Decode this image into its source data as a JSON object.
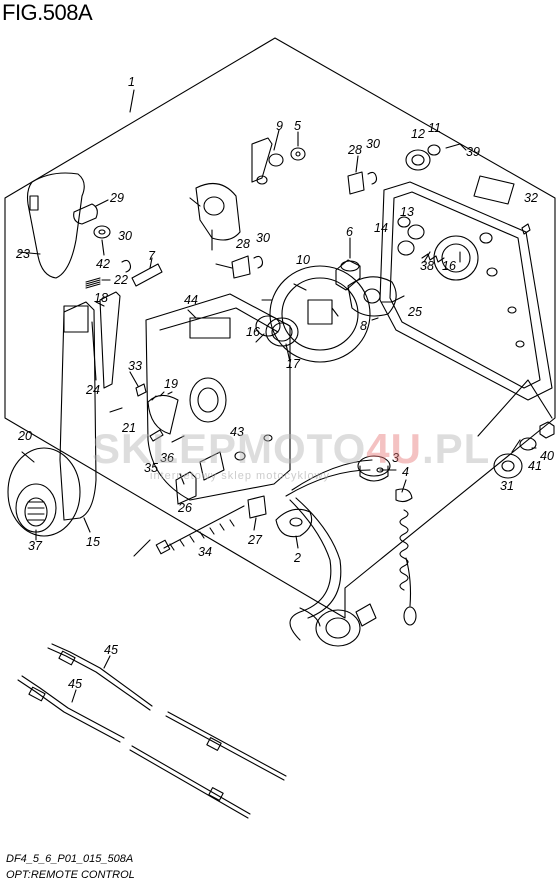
{
  "figure": {
    "title": "FIG.508A",
    "code": "DF4_5_6_P01_015_508A",
    "name": "OPT:REMOTE CONTROL"
  },
  "watermark": {
    "brand_main": "SKLEPMOTO",
    "brand_accent": "4U",
    "brand_suffix": ".PL",
    "tagline": "internetowy sklep motocyklowy"
  },
  "callouts": {
    "c1": "1",
    "c2": "2",
    "c3": "3",
    "c4": "4",
    "c5": "5",
    "c6": "6",
    "c7": "7",
    "c8": "8",
    "c9": "9",
    "c10": "10",
    "c11": "11",
    "c12": "12",
    "c13": "13",
    "c14": "14",
    "c15": "15",
    "c16a": "16",
    "c16b": "16",
    "c17": "17",
    "c18": "18",
    "c19": "19",
    "c20": "20",
    "c21": "21",
    "c22": "22",
    "c23": "23",
    "c24": "24",
    "c25": "25",
    "c26": "26",
    "c27": "27",
    "c28a": "28",
    "c28b": "28",
    "c29": "29",
    "c30a": "30",
    "c30b": "30",
    "c30c": "30",
    "c31": "31",
    "c32": "32",
    "c33": "33",
    "c34": "34",
    "c35": "35",
    "c36": "36",
    "c37": "37",
    "c38": "38",
    "c39": "39",
    "c40": "40",
    "c41": "41",
    "c42": "42",
    "c43": "43",
    "c44": "44",
    "c45a": "45",
    "c45b": "45"
  }
}
